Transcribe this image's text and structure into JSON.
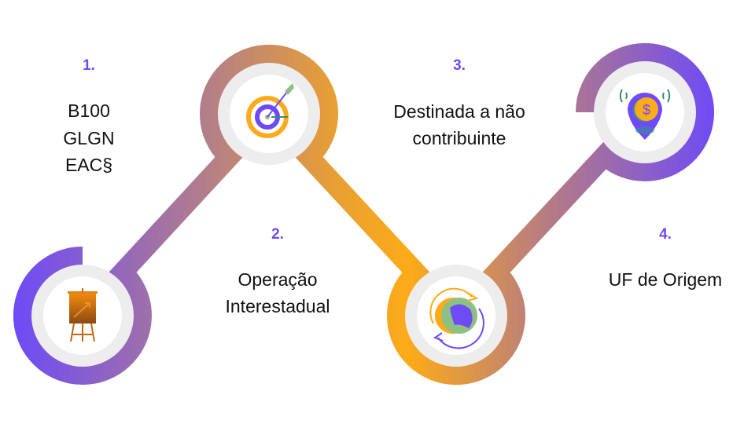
{
  "colors": {
    "purple": "#6e4bf6",
    "orange": "#fdab18",
    "ring_gray": "#ededed",
    "number": "#6e4bf6",
    "text": "#111111"
  },
  "steps": [
    {
      "number": "1.",
      "lines": [
        "B100",
        "GLGN",
        "EAC§"
      ],
      "icon": "presentation-easel-icon"
    },
    {
      "number": "2.",
      "lines": [
        "Operação",
        "Interestadual"
      ],
      "icon": "target-arrow-icon"
    },
    {
      "number": "3.",
      "lines": [
        "Destinada a não",
        "contribuinte"
      ],
      "icon": "globe-cycle-icon"
    },
    {
      "number": "4.",
      "lines": [
        "UF de Origem"
      ],
      "icon": "location-dollar-icon"
    }
  ]
}
